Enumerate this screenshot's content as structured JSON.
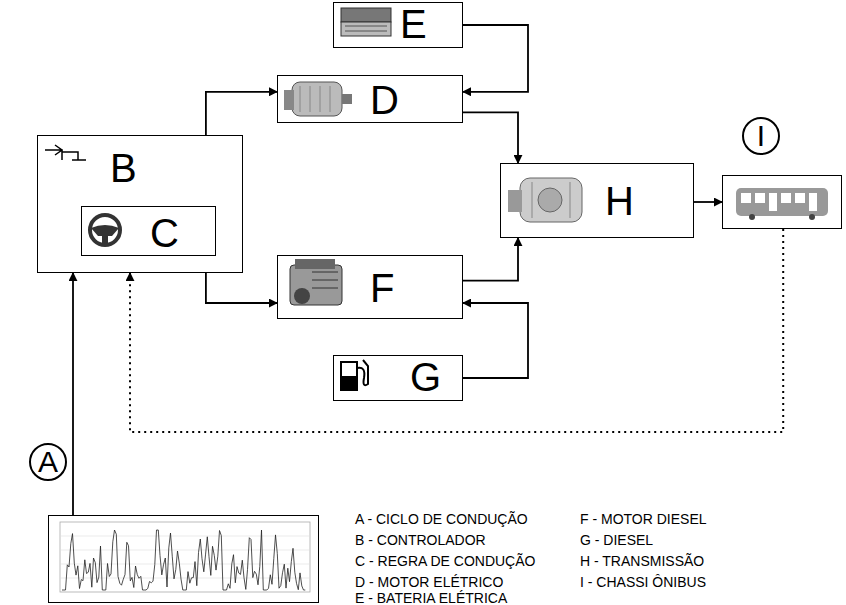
{
  "diagram": {
    "nodes": [
      {
        "text": [
          "B"
        ]
      },
      {
        "text": [
          "C"
        ],
        "in": 0
      },
      {
        "text": [
          "D"
        ]
      },
      {
        "text": [
          "E"
        ]
      },
      {
        "text": [
          "F"
        ]
      },
      {
        "text": [
          "G"
        ]
      },
      {
        "text": [
          "H"
        ]
      },
      {
        "text": [
          "I"
        ]
      },
      {
        "text": [
          "A"
        ]
      }
    ],
    "edges": [
      {
        "from": 0,
        "to": 2,
        "arrow": "to"
      },
      {
        "from": 0,
        "to": 4,
        "arrow": "to"
      },
      {
        "from": 3,
        "to": 2,
        "arrow": "to"
      },
      {
        "from": 5,
        "to": 4,
        "arrow": "to"
      },
      {
        "from": 2,
        "to": 6,
        "arrow": "to"
      },
      {
        "from": 4,
        "to": 6,
        "arrow": "to"
      },
      {
        "from": 6,
        "to": 7,
        "arrow": "to"
      },
      {
        "from": 7,
        "to": 0,
        "arrow": "to"
      },
      {
        "from": 8,
        "to": 0,
        "arrow": "to"
      }
    ],
    "labels": [
      "A - CICLO DE CONDUÇÃO",
      "B - CONTROLADOR",
      "C - REGRA DE CONDUÇÃO",
      "D - MOTOR ELÉTRICO",
      "E - BATERIA ELÉTRICA",
      "F - MOTOR DIESEL",
      "G - DIESEL",
      "H - TRANSMISSÃO",
      "I - CHASSI ÔNIBUS"
    ]
  }
}
